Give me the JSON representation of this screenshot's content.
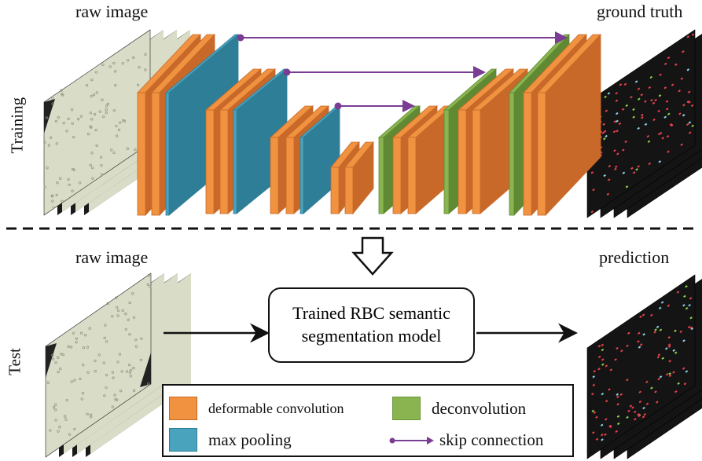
{
  "labels": {
    "raw_image_top": "raw image",
    "ground_truth": "ground truth",
    "raw_image_bottom": "raw image",
    "prediction": "prediction",
    "training": "Training",
    "test": "Test"
  },
  "model_box": {
    "line1": "Trained RBC semantic",
    "line2": "segmentation model"
  },
  "legend": {
    "deformable_convolution": "deformable convolution",
    "deconvolution": "deconvolution",
    "max_pooling": "max pooling",
    "skip_connection": "skip connection"
  },
  "colors": {
    "deformable_convolution": "#f0923f",
    "deformable_convolution_dark": "#c8692a",
    "max_pooling": "#4aa3bd",
    "max_pooling_dark": "#2f7e98",
    "deconvolution": "#8ab450",
    "skip_connection": "#7a3d94",
    "image_bg": "#d9dcc6",
    "mask_bg": "#141414"
  }
}
